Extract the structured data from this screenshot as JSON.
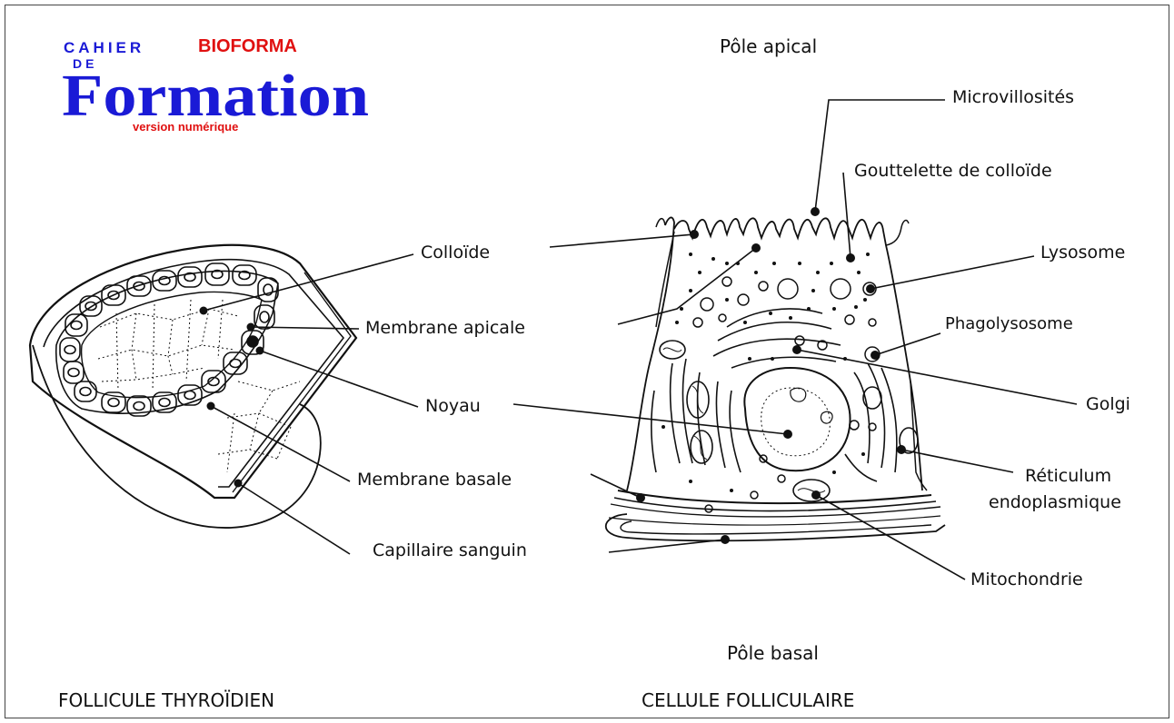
{
  "logo": {
    "line1": "CAHIER",
    "line2": "DE",
    "brand": "BIOFORMA",
    "big": "Formation",
    "sub": "version numérique",
    "colors": {
      "blue": "#1a1ad6",
      "red": "#e01010"
    }
  },
  "follicle": {
    "labels": {
      "colloide": "Colloïde",
      "membrane_apicale": "Membrane apicale",
      "noyau": "Noyau",
      "membrane_basale": "Membrane basale",
      "capillaire": "Capillaire sanguin"
    },
    "caption": "FOLLICULE THYROÏDIEN"
  },
  "cell": {
    "pole_apical": "Pôle apical",
    "pole_basal": "Pôle basal",
    "labels": {
      "microvillosites": "Microvillosités",
      "gouttelette": "Gouttelette de colloïde",
      "lysosome": "Lysosome",
      "phagolysosome": "Phagolysosome",
      "golgi": "Golgi",
      "reticulum_1": "Réticulum",
      "reticulum_2": "endoplasmique",
      "mitochondrie": "Mitochondrie"
    },
    "caption": "CELLULE FOLLICULAIRE"
  }
}
